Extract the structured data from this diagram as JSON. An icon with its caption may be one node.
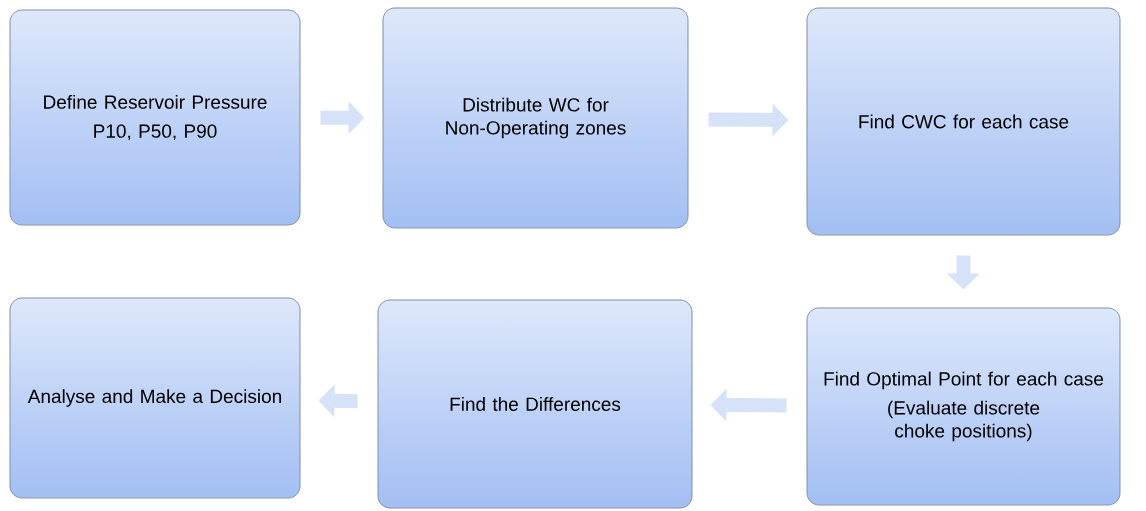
{
  "diagram": {
    "nodes": [
      {
        "text": [
          "Define Reservoir Pressure",
          "P10, P50, P90"
        ]
      },
      {
        "text": [
          "Distribute WC for Non-Operating zones"
        ]
      },
      {
        "text": [
          "Find CWC for each case"
        ]
      },
      {
        "text": [
          "Find Optimal Point for each case",
          "(Evaluate discrete choke positions)"
        ]
      },
      {
        "text": [
          "Find the Differences"
        ]
      },
      {
        "text": [
          "Analyse and Make a Decision"
        ]
      }
    ],
    "edges": [
      {
        "from": 0,
        "to": 1,
        "arrow": "to"
      },
      {
        "from": 1,
        "to": 2,
        "arrow": "to"
      },
      {
        "from": 2,
        "to": 3,
        "arrow": "to"
      },
      {
        "from": 3,
        "to": 4,
        "arrow": "to"
      },
      {
        "from": 4,
        "to": 5,
        "arrow": "to"
      }
    ]
  }
}
